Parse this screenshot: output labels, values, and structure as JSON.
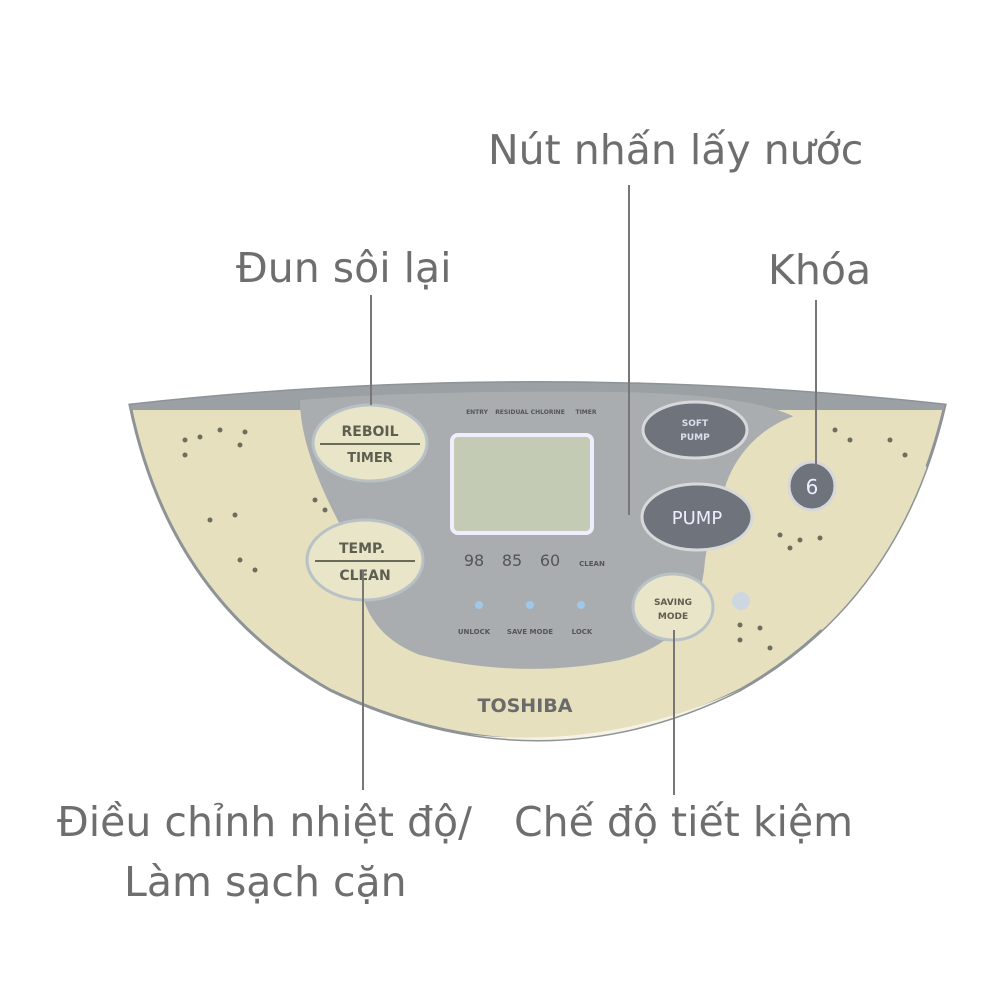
{
  "callouts": {
    "pump_label": "Nút nhấn lấy nước",
    "reboil_label": "Đun sôi lại",
    "lock_label": "Khóa",
    "temp_label_line1": "Điều chỉnh nhiệt độ/",
    "temp_label_line2": "Làm sạch cặn",
    "saving_label": "Chế độ tiết kiệm"
  },
  "panel": {
    "reboil_button": {
      "top": "REBOIL",
      "bottom": "TIMER"
    },
    "temp_button": {
      "top": "TEMP.",
      "bottom": "CLEAN"
    },
    "soft_pump_button": {
      "line1": "SOFT",
      "line2": "PUMP"
    },
    "pump_button": "PUMP",
    "saving_button": {
      "line1": "SAVING",
      "line2": "MODE"
    },
    "lock_button": "6",
    "top_indicators": [
      "ENTRY",
      "RESIDUAL CHLORINE",
      "TIMER"
    ],
    "temps": [
      "98",
      "85",
      "60",
      "CLEAN"
    ],
    "bottom_indicators": [
      "UNLOCK",
      "SAVE MODE",
      "LOCK"
    ],
    "brand": "TOSHIBA"
  },
  "colors": {
    "panel_cream": "#e6e0bf",
    "panel_gray": "#a9adb0",
    "button_dark": "#6f747c",
    "text": "#6e6e6e"
  }
}
